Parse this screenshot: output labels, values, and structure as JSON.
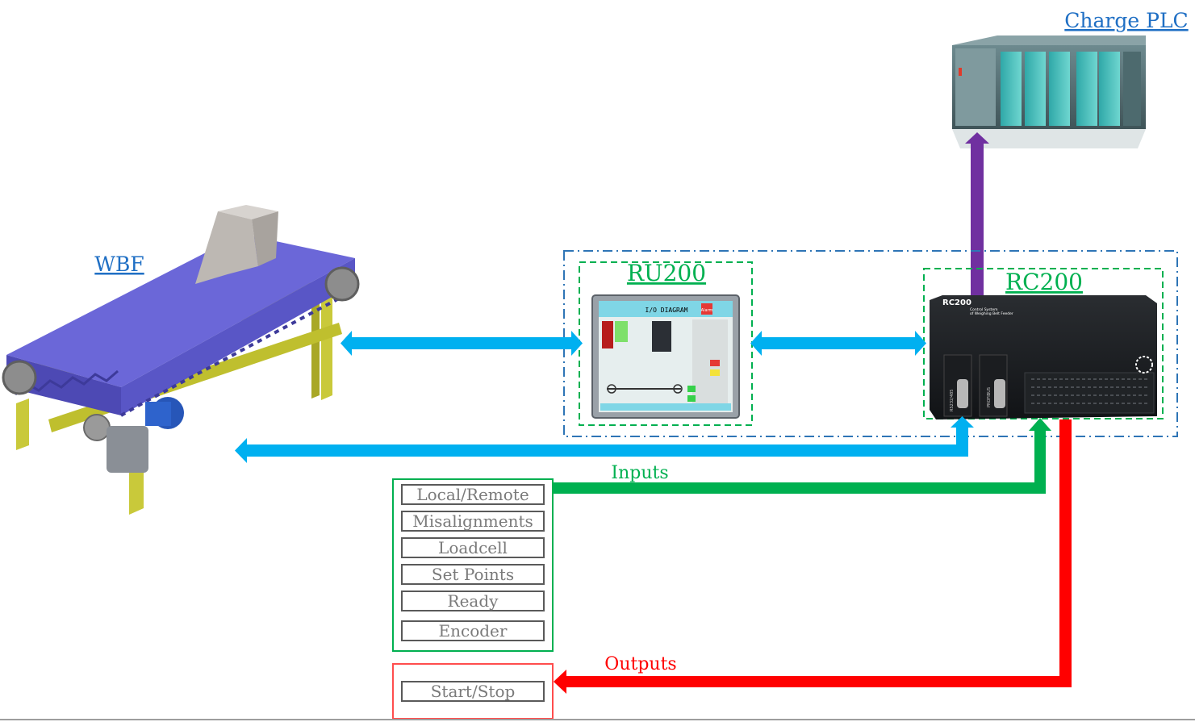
{
  "labels": {
    "charge_plc": "Charge PLC",
    "wbf": "WBF",
    "ru200": "RU200",
    "rc200": "RC200",
    "inputs": "Inputs",
    "outputs": "Outputs"
  },
  "hmi_screen": {
    "title": "I/O DIAGRAM",
    "alarm": "Alarm"
  },
  "rc200_device": {
    "brand": "RC200",
    "subtitle_line1": "Control System",
    "subtitle_line2": "of Weighing Belt Feeder",
    "port1": "RS232/485",
    "port2": "PROFIBUS"
  },
  "input_signals": [
    "Local/Remote",
    "Misalignments",
    "Loadcell",
    "Set Points",
    "Ready",
    "Encoder"
  ],
  "output_signals": [
    "Start/Stop"
  ],
  "colors": {
    "comm_arrow": "#00b0f0",
    "input_line": "#00b050",
    "output_line": "#ff0000",
    "plc_arrow": "#7030a0",
    "group_border": "#2e75b6",
    "device_border": "#00b050"
  }
}
